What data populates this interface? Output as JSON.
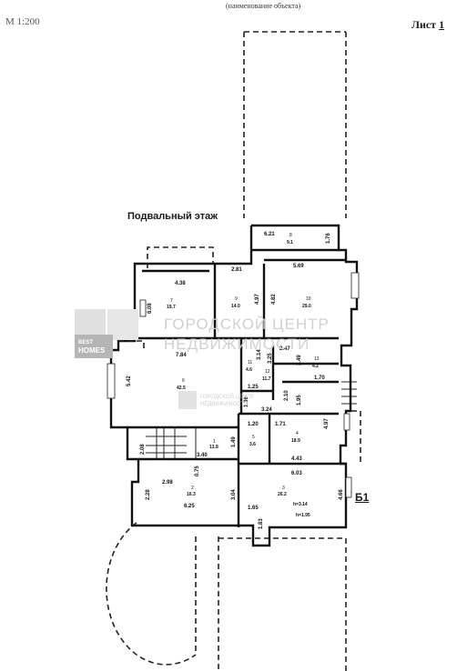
{
  "header": {
    "scale": "М 1:200",
    "object_name": "(наименование объекта)",
    "sheet_label": "Лист",
    "sheet_number": "1"
  },
  "floor_title": "Подвальный этаж",
  "section_mark": "Б1",
  "watermark": {
    "line1": "ГОРОДСКОЙ ЦЕНТР",
    "line2": "НЕДВИЖИМОСТИ",
    "logo_top": "BEST",
    "logo_bottom": "HOMES"
  },
  "rooms": {
    "r1": {
      "num": "1",
      "area": "13.8"
    },
    "r2": {
      "num": "2",
      "area": "16.3"
    },
    "r3": {
      "num": "3",
      "area": "26.2"
    },
    "r4": {
      "num": "4",
      "area": "18.9"
    },
    "r5": {
      "num": "5",
      "area": "3.6"
    },
    "r6": {
      "num": "6",
      "area": "42.5"
    },
    "r7": {
      "num": "7",
      "area": "19.7"
    },
    "r8": {
      "num": "8",
      "area": "9.1"
    },
    "r9": {
      "num": "9",
      "area": "14.0"
    },
    "r10": {
      "num": "10",
      "area": "29.0"
    },
    "r11": {
      "num": "11",
      "area": "4.6"
    },
    "r12": {
      "num": "12",
      "area": "11.7"
    },
    "r13": {
      "num": "13",
      "area": "4.2"
    }
  },
  "heights": {
    "h1": "h=3.14",
    "h2": "h=1.95"
  },
  "dims": {
    "d0": "4.38",
    "d1": "6.08",
    "d2": "2.81",
    "d3": "5.69",
    "d4": "4.97",
    "d5": "4.82",
    "d6": "6.21",
    "d7": "1.76",
    "d8": "7.84",
    "d9": "5.42",
    "d10": "3.14",
    "d11": "3.25",
    "d12": "2.47",
    "d13": "2.49",
    "d14": "1.70",
    "d15": "1.25",
    "d16": "1.36",
    "d17": "2.10",
    "d18": "1.95",
    "d19": "3.24",
    "d20": "1.71",
    "d21": "4.97",
    "d22": "4.43",
    "d23": "1.20",
    "d24": "1.49",
    "d25": "3.40",
    "d26": "2.08",
    "d27": "0.75",
    "d28": "2.98",
    "d29": "2.28",
    "d30": "6.25",
    "d31": "3.04",
    "d32": "6.03",
    "d33": "4.66",
    "d34": "1.65",
    "d35": "1.83"
  }
}
